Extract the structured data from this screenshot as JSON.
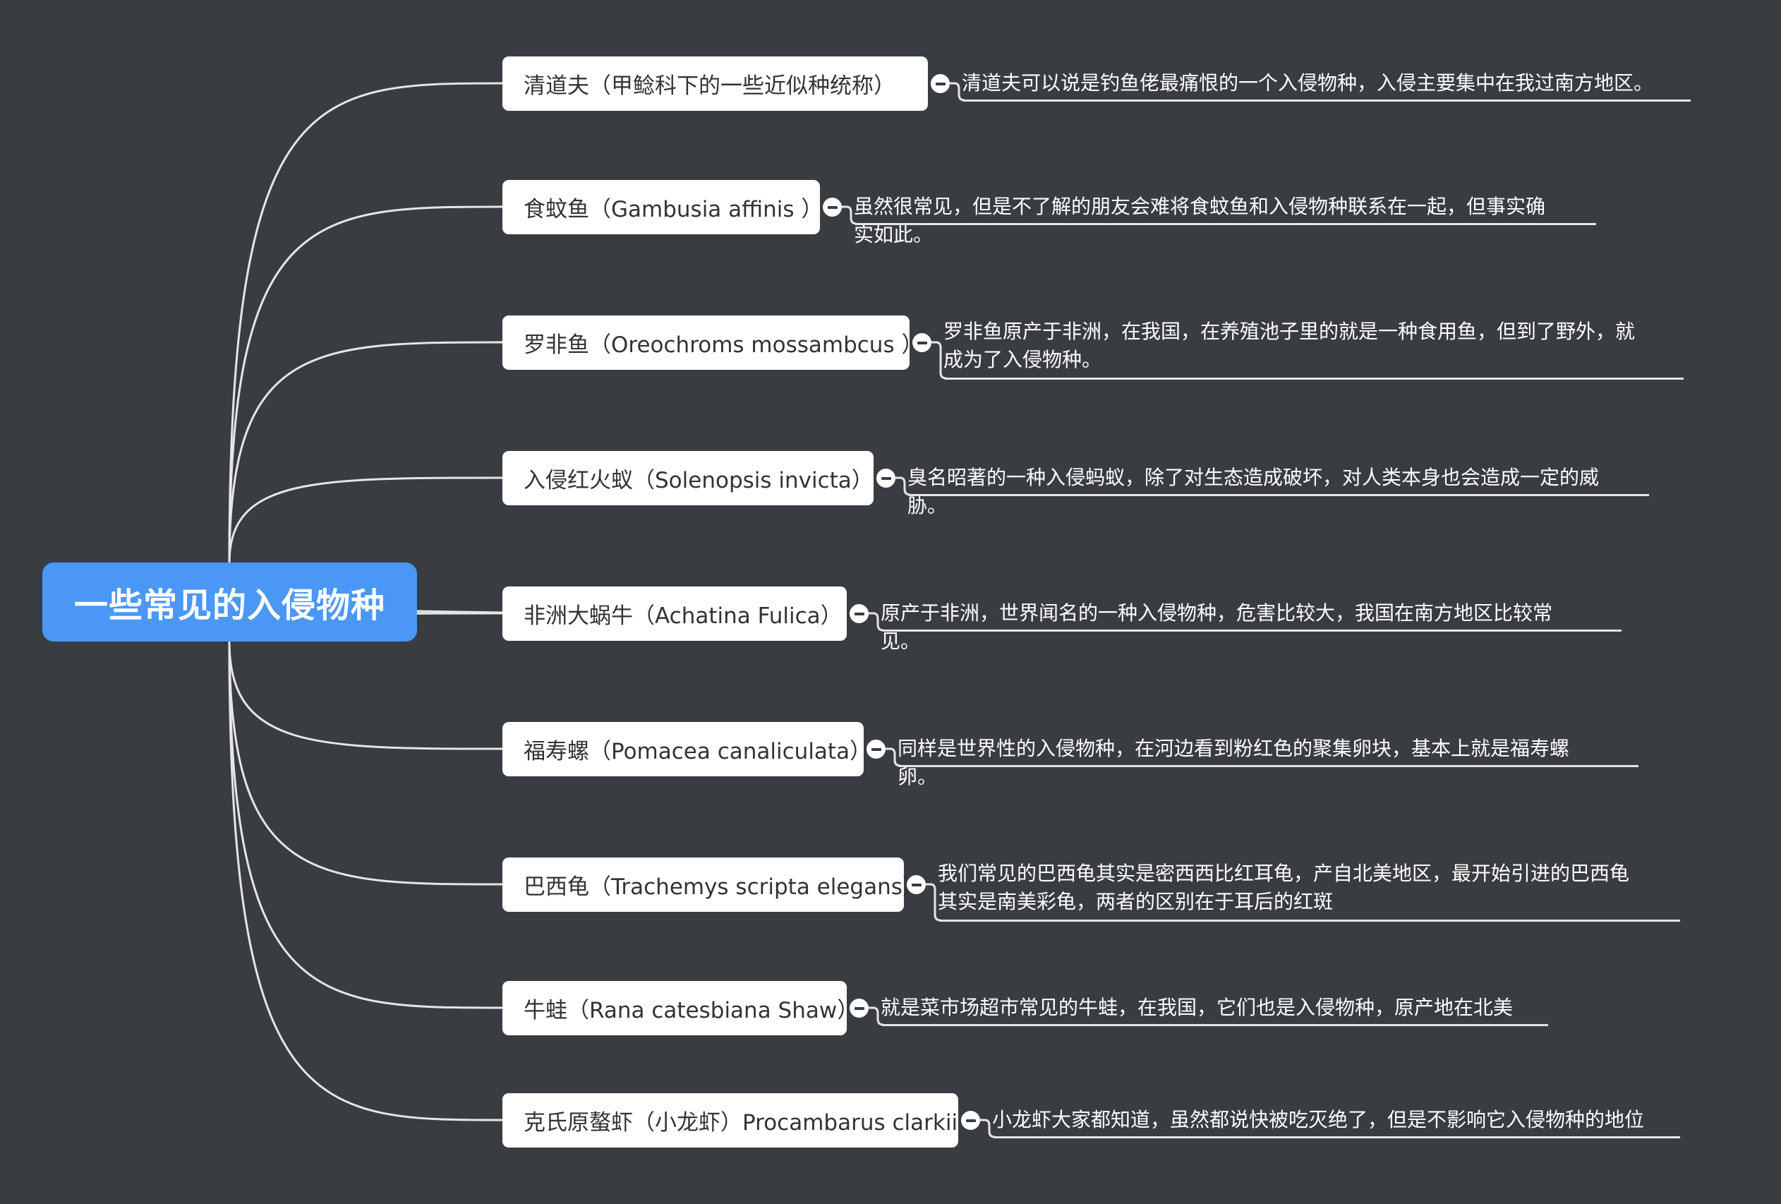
{
  "root": {
    "label": "一些常见的入侵物种"
  },
  "branches": [
    {
      "topic": "清道夫（甲鲶科下的一些近似种统称）",
      "note": "清道夫可以说是钓鱼佬最痛恨的一个入侵物种，入侵主要集中在我过南方地区。"
    },
    {
      "topic": "食蚊鱼（Gambusia affinis ）",
      "note": "虽然很常见，但是不了解的朋友会难将食蚊鱼和入侵物种联系在一起，但事实确实如此。"
    },
    {
      "topic": "罗非鱼（Oreochroms mossambcus ）",
      "note": "罗非鱼原产于非洲，在我国，在养殖池子里的就是一种食用鱼，但到了野外，就成为了入侵物种。"
    },
    {
      "topic": "入侵红火蚁（Solenopsis invicta）",
      "note": "臭名昭著的一种入侵蚂蚁，除了对生态造成破坏，对人类本身也会造成一定的威胁。"
    },
    {
      "topic": "非洲大蜗牛（Achatina Fulica）",
      "note": "原产于非洲，世界闻名的一种入侵物种，危害比较大，我国在南方地区比较常见。"
    },
    {
      "topic": "福寿螺（Pomacea canaliculata）",
      "note": "同样是世界性的入侵物种，在河边看到粉红色的聚集卵块，基本上就是福寿螺卵。"
    },
    {
      "topic": "巴西龟（Trachemys scripta elegans）",
      "note": "我们常见的巴西龟其实是密西西比红耳龟，产自北美地区，最开始引进的巴西龟其实是南美彩龟，两者的区别在于耳后的红斑"
    },
    {
      "topic": "牛蛙（Rana catesbiana Shaw）",
      "note": "就是菜市场超市常见的牛蛙，在我国，它们也是入侵物种，原产地在北美"
    },
    {
      "topic": "克氏原螯虾（小龙虾）Procambarus clarkii",
      "note": "小龙虾大家都知道，虽然都说快被吃灭绝了，但是不影响它入侵物种的地位"
    }
  ],
  "colors": {
    "background": "#393c41",
    "root_fill": "#4a97f6",
    "topic_fill": "#ffffff",
    "connector": "#e6e6e6"
  }
}
